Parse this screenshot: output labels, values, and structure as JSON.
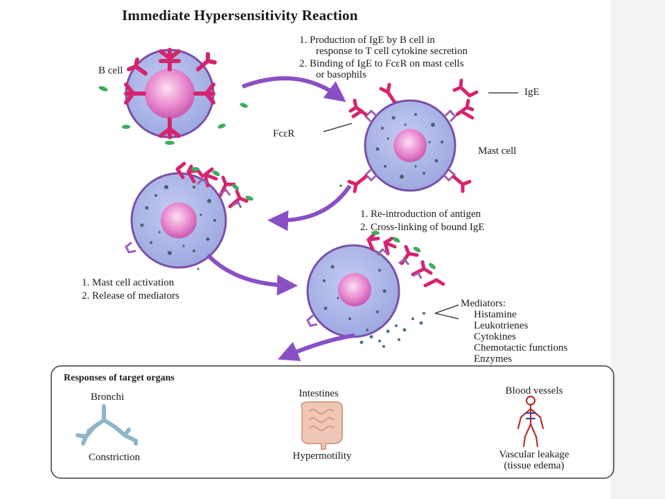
{
  "title": "Immediate Hypersensitivity Reaction",
  "step1": {
    "line1": "1. Production of IgE by B cell in",
    "line2": "response to T cell cytokine secretion",
    "line3": "2. Binding of IgE to FcεR on mast cells",
    "line4": "or basophils"
  },
  "labels": {
    "b_cell": "B cell",
    "ige": "IgE",
    "fcer": "FcεR",
    "mast_cell": "Mast cell"
  },
  "step2": {
    "line1": "1. Re-introduction of antigen",
    "line2": "2. Cross-linking of bound IgE"
  },
  "step3": {
    "line1": "1. Mast cell activation",
    "line2": "2. Release of mediators"
  },
  "mediators": {
    "header": "Mediators:",
    "items": [
      "Histamine",
      "Leukotrienes",
      "Cytokines",
      "Chemotactic functions",
      "Enzymes"
    ]
  },
  "responses": {
    "title": "Responses of target organs",
    "organs": [
      {
        "name": "Bronchi",
        "effect": "Constriction",
        "effect2": ""
      },
      {
        "name": "Intestines",
        "effect": "Hypermotility",
        "effect2": ""
      },
      {
        "name": "Blood vessels",
        "effect": "Vascular leakage",
        "effect2": "(tissue edema)"
      }
    ]
  },
  "colors": {
    "cell_fill": "#a9b3e6",
    "cell_stroke": "#7b4fa8",
    "nucleus": "#e07ac8",
    "ige": "#d6246e",
    "receptor": "#9b5fb4",
    "arrow": "#8a4fc4",
    "antigen": "#3daf5a"
  }
}
